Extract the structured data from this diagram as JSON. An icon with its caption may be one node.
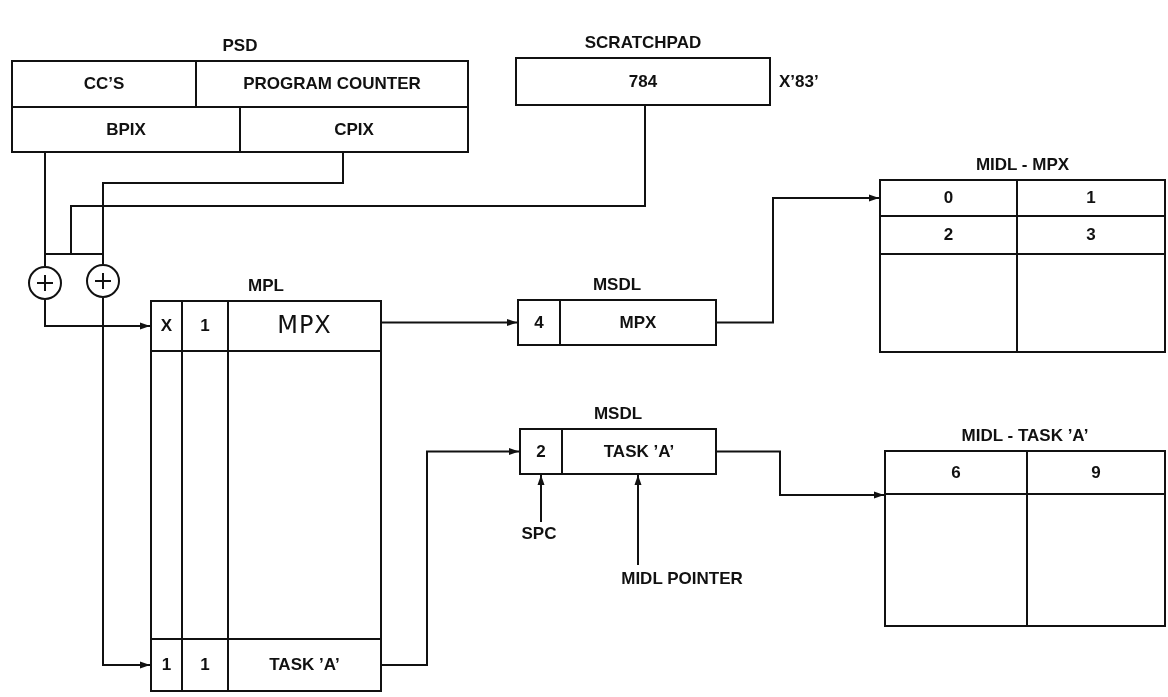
{
  "diagram": {
    "nodes": [
      {
        "text": [
          "PSD"
        ]
      },
      {
        "text": [
          "CC’S"
        ],
        "in": 0
      },
      {
        "text": [
          "PROGRAM COUNTER"
        ],
        "in": 0
      },
      {
        "text": [
          "BPIX"
        ],
        "in": 0
      },
      {
        "text": [
          "CPIX"
        ],
        "in": 0
      },
      {
        "text": [
          "SCRATCHPAD"
        ],
        "beside": [
          "X’83’"
        ]
      },
      {
        "text": [
          "784"
        ],
        "in": 5
      },
      {
        "text": [],
        "shape": "circle"
      },
      {
        "text": [],
        "shape": "circle"
      },
      {
        "text": [
          "MPL"
        ]
      },
      {
        "text": [
          "X"
        ],
        "in": 9
      },
      {
        "text": [
          "1"
        ],
        "in": 9
      },
      {
        "text": [
          "MPX"
        ],
        "in": 9
      },
      {
        "text": [
          "1"
        ],
        "in": 9
      },
      {
        "text": [
          "1"
        ],
        "in": 9
      },
      {
        "text": [
          "TASK ’A’"
        ],
        "in": 9
      },
      {
        "text": [
          "MSDL"
        ]
      },
      {
        "text": [
          "4"
        ],
        "in": 16
      },
      {
        "text": [
          "MPX"
        ],
        "in": 16
      },
      {
        "text": [
          "MIDL - MPX"
        ]
      },
      {
        "text": [
          "0"
        ],
        "in": 19
      },
      {
        "text": [
          "1"
        ],
        "in": 19
      },
      {
        "text": [
          "2"
        ],
        "in": 19
      },
      {
        "text": [
          "3"
        ],
        "in": 19
      },
      {
        "text": [
          "MSDL"
        ]
      },
      {
        "text": [
          "2"
        ],
        "in": 24
      },
      {
        "text": [
          "TASK ’A’"
        ],
        "in": 24
      },
      {
        "text": [
          "MIDL - TASK ’A’"
        ]
      },
      {
        "text": [
          "6"
        ],
        "in": 27
      },
      {
        "text": [
          "9"
        ],
        "in": 27
      },
      {
        "text": [
          "SPC"
        ]
      },
      {
        "text": [
          "MIDL POINTER"
        ]
      }
    ],
    "edges": [
      {
        "from": 3,
        "to": 7,
        "arrow": "none"
      },
      {
        "from": 4,
        "to": 8,
        "arrow": "none"
      },
      {
        "from": 5,
        "to": 7,
        "arrow": "none"
      },
      {
        "from": 5,
        "to": 8,
        "arrow": "none"
      },
      {
        "from": 7,
        "to": 10,
        "arrow": "to"
      },
      {
        "from": 8,
        "to": 13,
        "arrow": "to"
      },
      {
        "from": 12,
        "to": 17,
        "arrow": "to"
      },
      {
        "from": 18,
        "to": 20,
        "arrow": "to"
      },
      {
        "from": 15,
        "to": 25,
        "arrow": "to"
      },
      {
        "from": 26,
        "to": 28,
        "arrow": "to"
      },
      {
        "from": 30,
        "to": 25,
        "arrow": "to"
      },
      {
        "from": 31,
        "to": 26,
        "arrow": "to"
      }
    ]
  }
}
